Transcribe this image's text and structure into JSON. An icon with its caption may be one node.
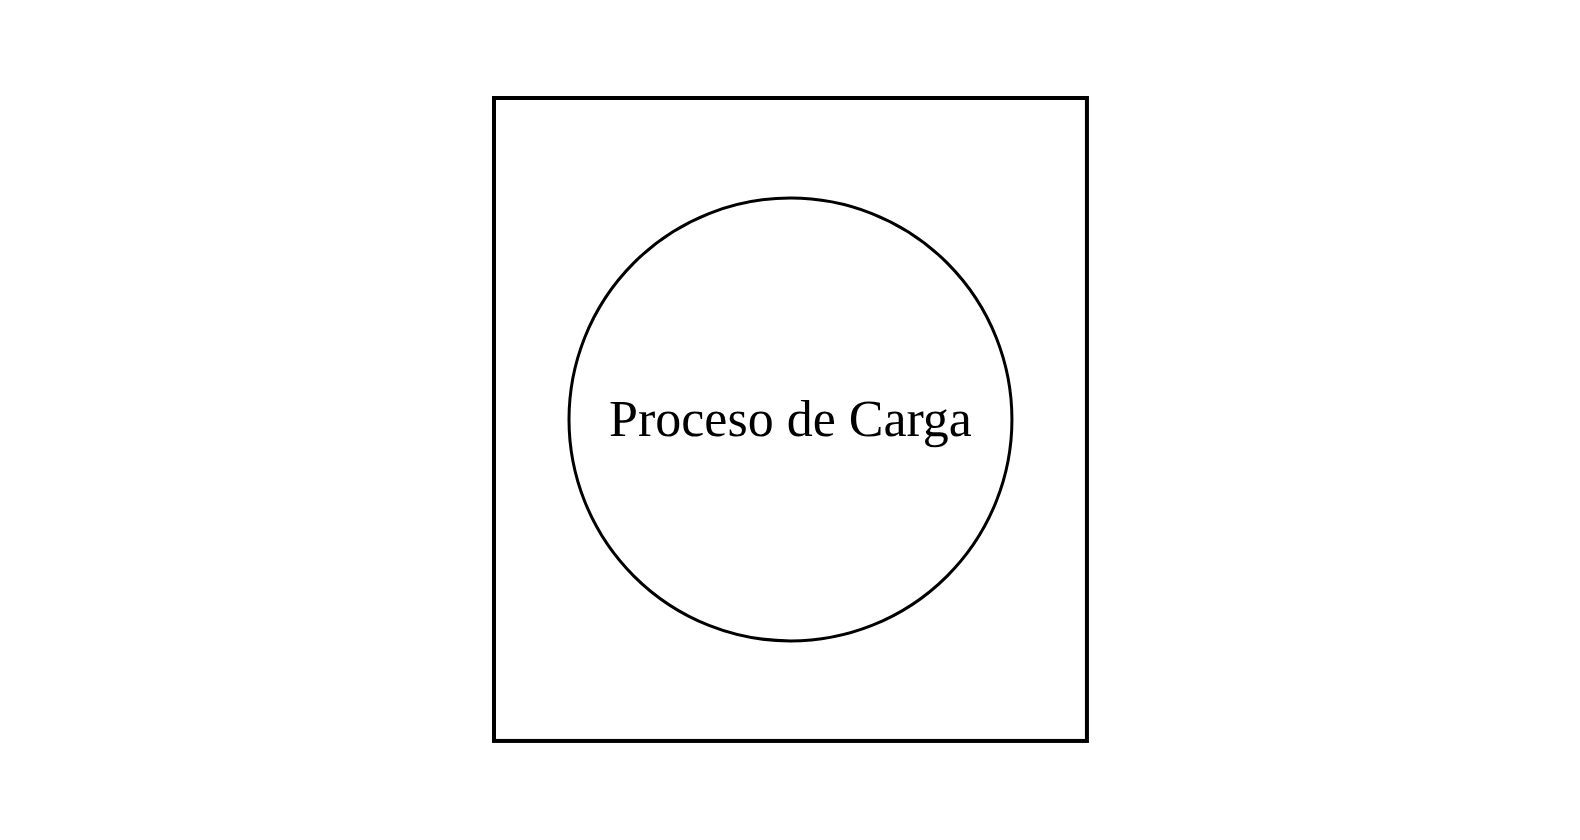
{
  "diagram": {
    "nodes": [
      {
        "text": [],
        "shape": "box"
      },
      {
        "text": [
          "Proceso de Carga"
        ],
        "in": 0
      }
    ],
    "edges": []
  }
}
